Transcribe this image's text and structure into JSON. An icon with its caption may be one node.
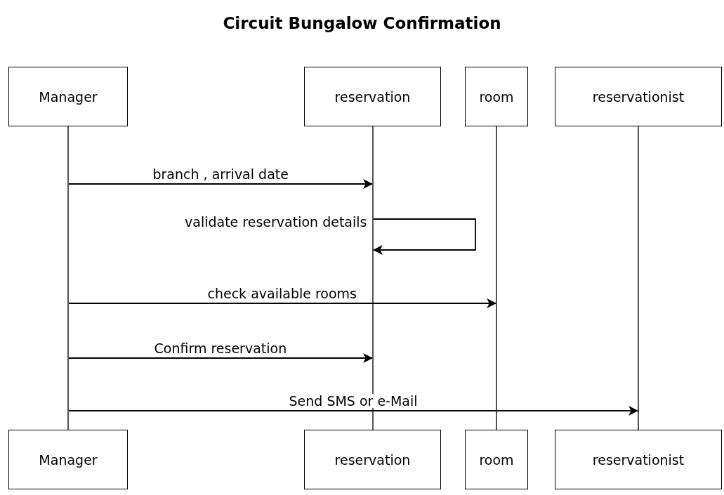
{
  "diagram": {
    "title": "Circuit Bungalow Confirmation",
    "nodes": [
      {
        "text": [
          "Manager"
        ]
      },
      {
        "text": [
          "reservation"
        ]
      },
      {
        "text": [
          "room"
        ]
      },
      {
        "text": [
          "reservationist"
        ]
      },
      {
        "text": [],
        "shape": "bar"
      },
      {
        "text": [],
        "shape": "bar"
      },
      {
        "text": [],
        "shape": "bar"
      },
      {
        "text": [],
        "shape": "bar"
      },
      {
        "text": [
          "Manager"
        ]
      },
      {
        "text": [
          "reservation"
        ]
      },
      {
        "text": [
          "room"
        ]
      },
      {
        "text": [
          "reservationist"
        ]
      }
    ],
    "edges": [
      {
        "from": 4,
        "to": 5,
        "arrow": "to",
        "label": "branch , arrival date"
      },
      {
        "from": 5,
        "to": 5,
        "arrow": "to",
        "label": "validate reservation details"
      },
      {
        "from": 4,
        "to": 6,
        "arrow": "to",
        "label": "check available rooms"
      },
      {
        "from": 4,
        "to": 5,
        "arrow": "to",
        "label": "Confirm reservation"
      },
      {
        "from": 4,
        "to": 7,
        "arrow": "to",
        "label": "Send SMS or e-Mail"
      }
    ]
  }
}
